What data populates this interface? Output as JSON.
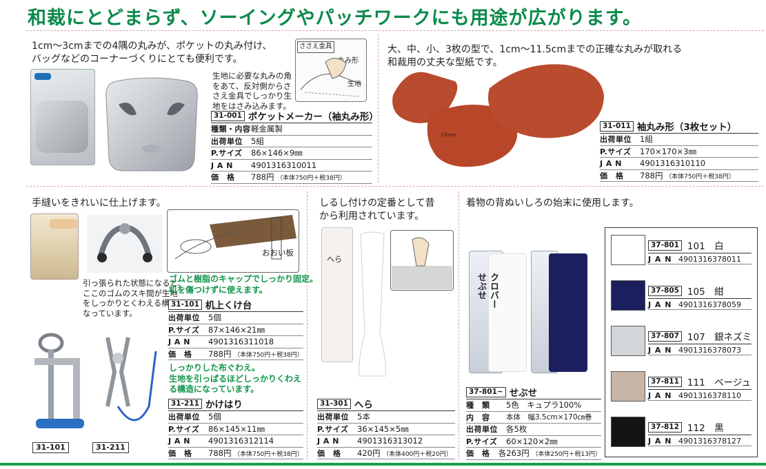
{
  "headline": "和裁にとどまらず、ソーイングやパッチワークにも用途が広がります。",
  "colors": {
    "headline": "#0a8a4a",
    "accent_green": "#19a04b",
    "divider": "#d9a0a0",
    "template_red": "#b84a2e"
  },
  "section_top_left": {
    "desc_lines": [
      "1cm～3cmまでの4隅の丸みが、ポケットの丸み付け、",
      "バッグなどのコーナーづくりにとても便利です。"
    ],
    "callout_lines": [
      "生地に必要な丸みの角",
      "をあて、反対側からさ",
      "さえ金具でしっかり生",
      "地をはさみ込みます。"
    ],
    "diagram_labels": {
      "clip": "ささえ金具",
      "shape": "丸み形",
      "fabric": "生地"
    },
    "product": {
      "code": "31-001",
      "name": "ポケットメーカー（袖丸み形）",
      "rows": [
        {
          "k": "種類・内容",
          "v": "軽金属製",
          "sub": ""
        },
        {
          "k": "出荷単位",
          "v": "5組",
          "sub": ""
        },
        {
          "k": "P.サイズ",
          "v": "86×146×9㎜",
          "sub": ""
        },
        {
          "k": "J A N",
          "v": "4901316310011",
          "sub": ""
        },
        {
          "k": "価　格",
          "v": "788円",
          "sub": "（本体750円＋税38円）"
        }
      ]
    }
  },
  "section_top_right": {
    "desc_lines": [
      "大、中、小、3枚の型で、1cm～11.5cmまでの正確な丸みが取れる",
      "和裁用の丈夫な型紙です。"
    ],
    "product": {
      "code": "31-011",
      "name": "袖丸み形（3枚セット）",
      "rows": [
        {
          "k": "出荷単位",
          "v": "1組",
          "sub": ""
        },
        {
          "k": "P.サイズ",
          "v": "170×170×3㎜",
          "sub": ""
        },
        {
          "k": "J A N",
          "v": "4901316310110",
          "sub": ""
        },
        {
          "k": "価　格",
          "v": "788円",
          "sub": "（本体750円＋税38円）"
        }
      ]
    }
  },
  "section_hand_sewing": {
    "desc": "手縫いをきれいに仕上げます。",
    "note_lines": [
      "引っ張られた状態になると、",
      "ここのゴムのスキ間が生地",
      "をしっかりとくわえる構造に",
      "なっています。"
    ],
    "board_label": "おおい板",
    "green_note_1": [
      "ゴムと樹脂のキャップでしっかり固定。",
      "机を傷つけずに使えます。"
    ],
    "product_1": {
      "code": "31-101",
      "name": "机上くけ台",
      "rows": [
        {
          "k": "出荷単位",
          "v": "5個",
          "sub": ""
        },
        {
          "k": "P.サイズ",
          "v": "87×146×21㎜",
          "sub": ""
        },
        {
          "k": "J A N",
          "v": "4901316311018",
          "sub": ""
        },
        {
          "k": "価　格",
          "v": "788円",
          "sub": "（本体750円＋税38円）"
        }
      ]
    },
    "green_note_2": [
      "しっかりした布ぐわえ。",
      "生地を引っぱるほどしっかりくわえ",
      "る構造になっています。"
    ],
    "product_2": {
      "code": "31-211",
      "name": "かけはり",
      "rows": [
        {
          "k": "出荷単位",
          "v": "5個",
          "sub": ""
        },
        {
          "k": "P.サイズ",
          "v": "86×145×11㎜",
          "sub": ""
        },
        {
          "k": "J A N",
          "v": "4901316312114",
          "sub": ""
        },
        {
          "k": "価　格",
          "v": "788円",
          "sub": "（本体750円＋税38円）"
        }
      ]
    },
    "footer_codes": [
      "31-101",
      "31-211"
    ]
  },
  "section_hera": {
    "desc_lines": [
      "しるし付けの定番として昔",
      "から利用されています。"
    ],
    "package_text": "へら",
    "product": {
      "code": "31-301",
      "name": "へら",
      "rows": [
        {
          "k": "出荷単位",
          "v": "5本",
          "sub": ""
        },
        {
          "k": "P.サイズ",
          "v": "36×145×5㎜",
          "sub": ""
        },
        {
          "k": "J A N",
          "v": "4901316313012",
          "sub": ""
        },
        {
          "k": "価　格",
          "v": "420円",
          "sub": "（本体400円＋税20円）"
        }
      ]
    }
  },
  "section_sebuse": {
    "desc": "着物の背ぬいしろの始末に使用します。",
    "package_lines": [
      "クロバー",
      "せぶせ"
    ],
    "product": {
      "code": "37-801~",
      "name": "せぶせ",
      "rows": [
        {
          "k": "種　類",
          "v": "5色　キュプラ100%",
          "sub": ""
        },
        {
          "k": "内　容",
          "v": "本体　幅3.5cm×170㎝巻",
          "sub": ""
        },
        {
          "k": "出荷単位",
          "v": "各5枚",
          "sub": ""
        },
        {
          "k": "P.サイズ",
          "v": "60×120×2㎜",
          "sub": ""
        },
        {
          "k": "価　格",
          "v": "各263円",
          "sub": "（本体250円＋税13円）"
        }
      ]
    },
    "colors_list": [
      {
        "code": "37-801",
        "label": "101　白",
        "jan_k": "J A N",
        "jan": "4901316378011",
        "hex": "#ffffff"
      },
      {
        "code": "37-805",
        "label": "105　紺",
        "jan_k": "J A N",
        "jan": "4901316378059",
        "hex": "#1c1f5e"
      },
      {
        "code": "37-807",
        "label": "107　銀ネズミ",
        "jan_k": "J A N",
        "jan": "4901316378073",
        "hex": "#d3d6d8"
      },
      {
        "code": "37-811",
        "label": "111　ベージュ",
        "jan_k": "J A N",
        "jan": "4901316378110",
        "hex": "#c9b5a6"
      },
      {
        "code": "37-812",
        "label": "112　黒",
        "jan_k": "J A N",
        "jan": "4901316378127",
        "hex": "#141414"
      }
    ]
  }
}
